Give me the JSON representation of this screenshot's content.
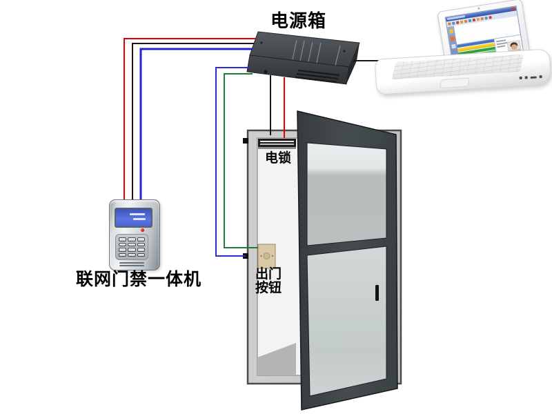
{
  "diagram": {
    "type": "access-control-system-wiring-diagram",
    "labels": {
      "power_box": "电源箱",
      "access_controller": "联网门禁一体机",
      "electric_lock": "电锁",
      "exit_button_line1": "出门",
      "exit_button_line2": "按钮"
    },
    "wires": [
      {
        "from": "access-controller",
        "to": "power-box",
        "color": "red"
      },
      {
        "from": "access-controller",
        "to": "power-box",
        "color": "black"
      },
      {
        "from": "access-controller",
        "to": "power-box",
        "color": "blue"
      },
      {
        "from": "power-box",
        "to": "exit-button",
        "color": "blue"
      },
      {
        "from": "power-box",
        "to": "exit-button",
        "color": "green"
      },
      {
        "from": "power-box",
        "to": "electric-lock",
        "color": "black"
      },
      {
        "from": "power-box",
        "to": "electric-lock",
        "color": "red"
      },
      {
        "from": "power-box",
        "to": "management-computer",
        "color": "black"
      }
    ],
    "colors": {
      "wire_red": "#dd0000",
      "wire_black": "#151515",
      "wire_blue": "#2424cc",
      "wire_green": "#1f7a3c",
      "power_box_body": "#3f4448",
      "door_panel": "#434a4d",
      "door_frame": "#c9c9c9",
      "doorway": "#f3f3f2",
      "exit_button_plate": "#d9c9a6",
      "lcd_screen": "#4a66d4",
      "led_red": "#dd2222"
    }
  }
}
